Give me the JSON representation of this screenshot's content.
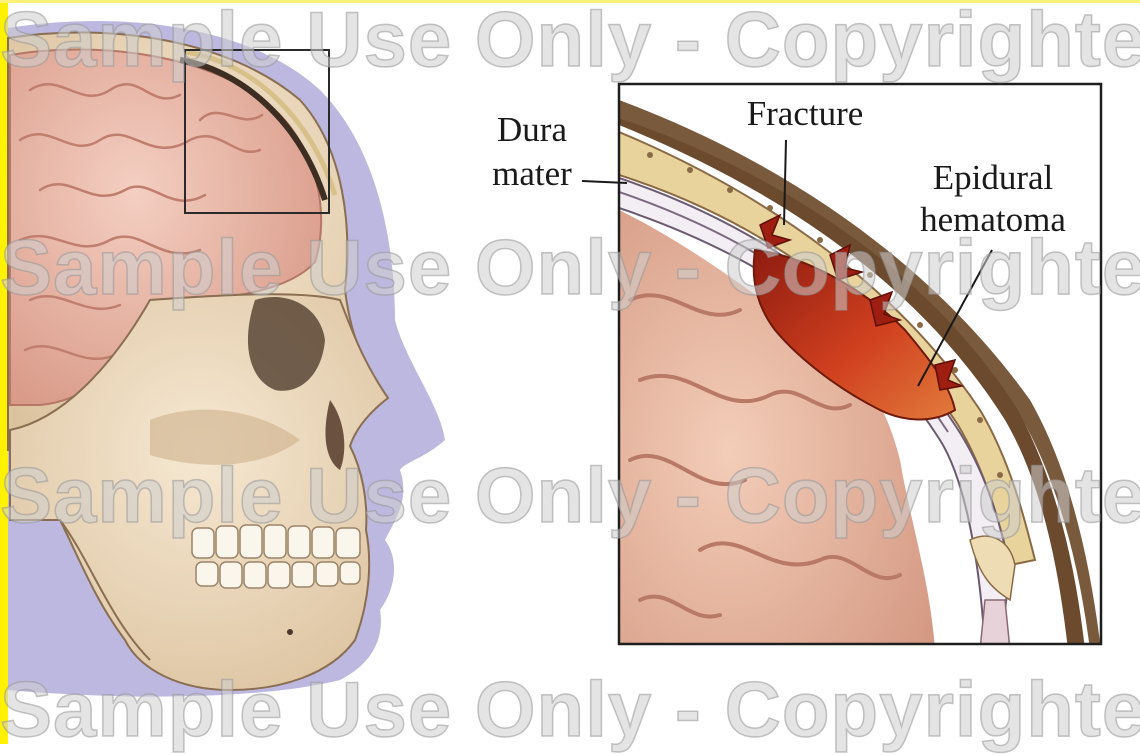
{
  "labels": {
    "dura_line1": "Dura",
    "dura_line2": "mater",
    "fracture": "Fracture",
    "epidural_line1": "Epidural",
    "epidural_line2": "hematoma"
  },
  "watermark": "Sample Use Only - Copyrighted",
  "colors": {
    "frame": "#fff200",
    "skin_shadow": "#b9b4dc",
    "bone": "#efdcc0",
    "brain": "#eab8a8",
    "hematoma": "#c0301c"
  }
}
